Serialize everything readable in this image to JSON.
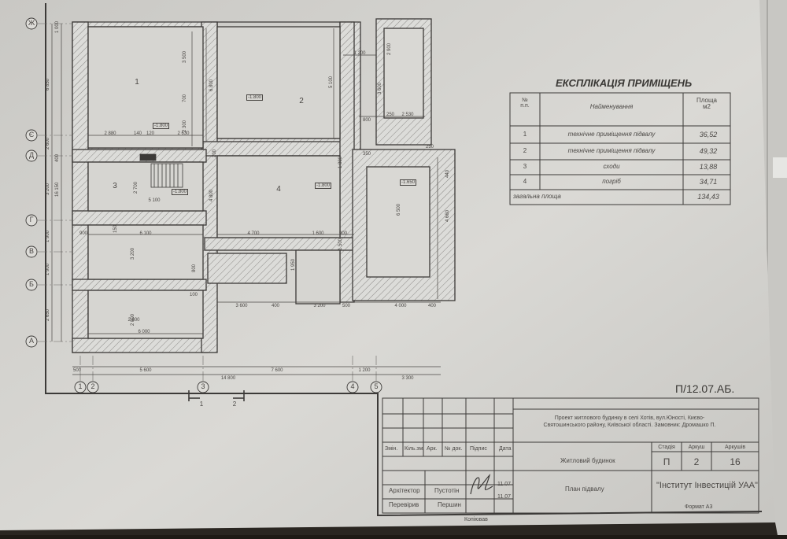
{
  "explication": {
    "title": "ЕКСПЛІКАЦІЯ ПРИМІЩЕНЬ",
    "headers": {
      "num": "№\nп.п.",
      "name": "Найменування",
      "area": "Площа\nм2"
    },
    "rows": [
      {
        "num": "1",
        "name": "технічне приміщення підвалу",
        "area": "36,52"
      },
      {
        "num": "2",
        "name": "технічне приміщення підвалу",
        "area": "49,32"
      },
      {
        "num": "3",
        "name": "сходи",
        "area": "13,88"
      },
      {
        "num": "4",
        "name": "погріб",
        "area": "34,71"
      }
    ],
    "total_label": "загальна площа",
    "total_value": "134,43"
  },
  "title_block": {
    "code": "П/12.07.АБ.",
    "project": "Проект житлового будинку в селі Хотів, вул.Юності, Києво-Святошинського району, Київської області. Замовник: Дромашко П.",
    "object": "Житловий будинок",
    "sheet_title": "План підвалу",
    "org": "\"Інститут Інвестицій УАА\"",
    "stage_label": "Стадія",
    "sheet_label": "Аркуш",
    "sheets_label": "Аркушів",
    "stage": "П",
    "sheet": "2",
    "sheets": "16",
    "col_headers": [
      "Змін.",
      "Кіль.зм.",
      "Арк.",
      "№ док.",
      "Підпис",
      "Дата"
    ],
    "architect_label": "Архітектор",
    "architect": "Пустотін",
    "architect_date": "11.07",
    "checker_label": "Перевірив",
    "checker": "Першин",
    "checker_date": "11.07",
    "kopiyuvav": "Копіював",
    "format": "Формат А3"
  },
  "plan": {
    "rooms": [
      "1",
      "2",
      "3",
      "4"
    ],
    "levels": [
      "-1.800",
      "-1.800",
      "-1.800",
      "-1.800",
      "-1.650"
    ],
    "axes_letters": [
      "Ж",
      "Є",
      "Д",
      "Г",
      "В",
      "Б",
      "А"
    ],
    "axes_numbers": [
      "1",
      "2",
      "3",
      "4",
      "5"
    ],
    "section_marks": [
      "1",
      "2"
    ],
    "dims_bottom_row1": [
      "500",
      "5 600",
      "7 600",
      "1 200",
      "3 300"
    ],
    "dims_bottom_total": "14 800",
    "dims_inner_b": [
      "3 600",
      "400",
      "3 200",
      "500",
      "4 000",
      "400"
    ],
    "dims_misc": [
      "1 200",
      "2 880",
      "140",
      "120",
      "2 630",
      "800",
      "250",
      "2 530",
      "350",
      "250",
      "5 100",
      "4 700",
      "1 600",
      "900",
      "6 100",
      "6 000",
      "100",
      "2 800",
      "900"
    ],
    "dims_left": [
      "6 850",
      "2 600",
      "3 200",
      "16 150",
      "1 900",
      "1 900",
      "2 650",
      "1 000",
      "400"
    ],
    "dims_vertical_inner": [
      "3 500",
      "6 800",
      "5 100",
      "2 300",
      "4 800",
      "6 500",
      "4 660",
      "2 700",
      "3 200",
      "2 800",
      "1 800",
      "1 950",
      "3 600",
      "2 900",
      "1 500",
      "700",
      "800",
      "200",
      "150",
      "440"
    ]
  }
}
